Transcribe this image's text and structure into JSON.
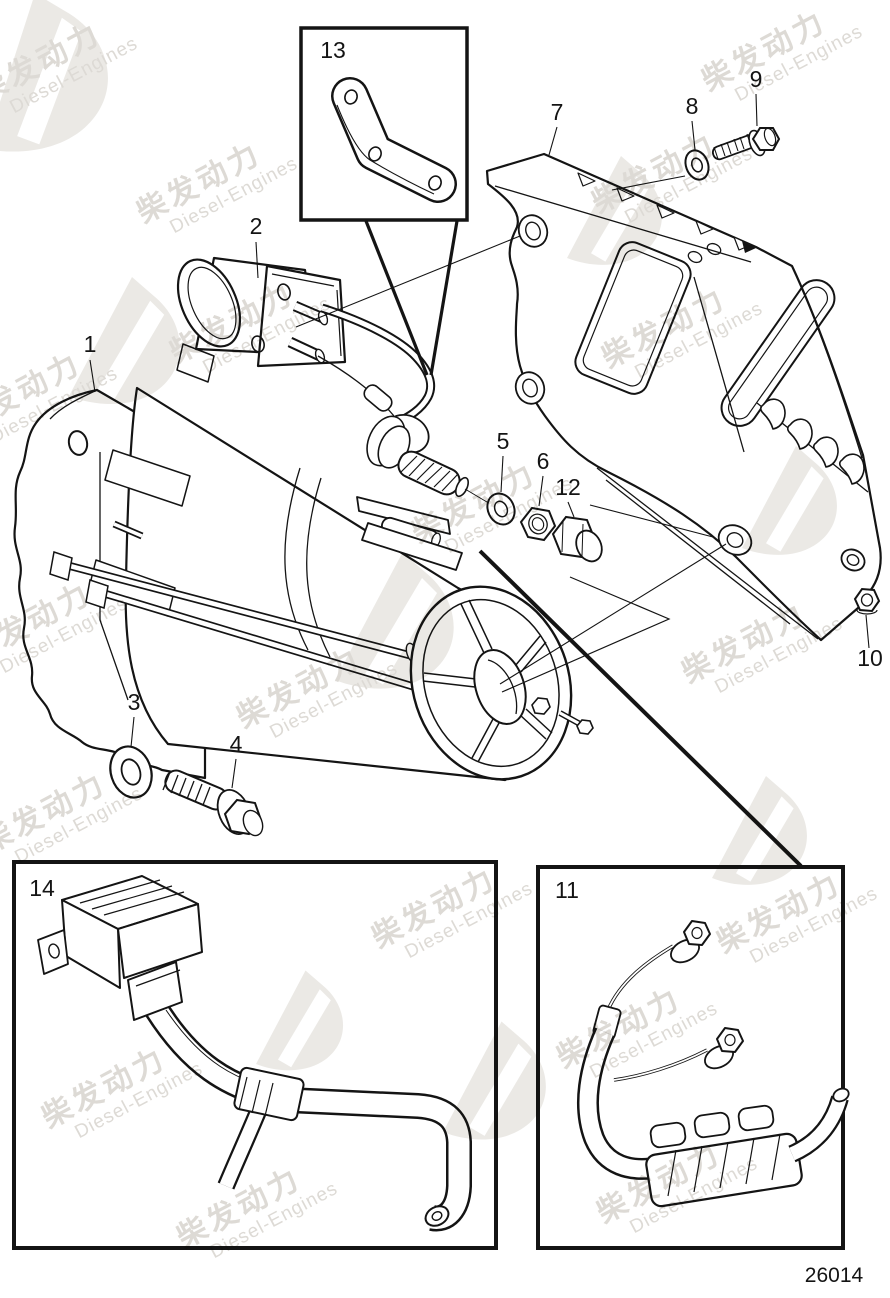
{
  "watermark": {
    "cn": "柴发动力",
    "en": "Diesel-Engines"
  },
  "footer": {
    "drawing_number": "26014"
  },
  "callouts": {
    "c1": "1",
    "c2": "2",
    "c3": "3",
    "c4": "4",
    "c5": "5",
    "c6": "6",
    "c7": "7",
    "c8": "8",
    "c9": "9",
    "c10": "10",
    "c11": "11",
    "c12": "12",
    "c13": "13",
    "c14": "14"
  }
}
